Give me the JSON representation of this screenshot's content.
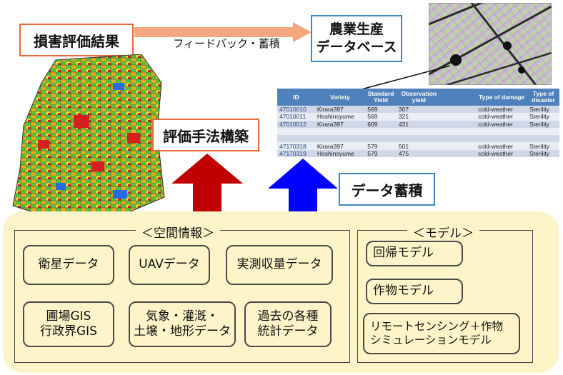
{
  "top": {
    "damage_result": "損害評価結果",
    "feedback_label": "フィードバック・蓄積",
    "database_line1": "農業生産",
    "database_line2": "データベース"
  },
  "middle": {
    "method_label": "評価手法構築",
    "data_accum_label": "データ蓄積"
  },
  "table": {
    "headers": [
      "ID",
      "Variety",
      "Standard Yield",
      "Observation yield",
      "",
      "Type of damage",
      "Type of disaster"
    ],
    "rows": [
      [
        "47010010",
        "Kirara397",
        "569",
        "307",
        "",
        "cold-weather",
        "Sterility"
      ],
      [
        "47010011",
        "Hoshinoyume",
        "569",
        "321",
        "",
        "cold-weather",
        "Sterility"
      ],
      [
        "47010012",
        "Kirara397",
        "609",
        "431",
        "",
        "cold-weather",
        "Sterility"
      ],
      [
        "",
        "",
        "",
        "",
        "",
        "",
        ""
      ],
      [
        "",
        "",
        "",
        "",
        "",
        "",
        ""
      ],
      [
        "47170318",
        "Kirara397",
        "579",
        "501",
        "",
        "cold-weather",
        "Sterility"
      ],
      [
        "47170319",
        "Hoshinoyume",
        "579",
        "475",
        "",
        "cold-weather",
        "Sterility"
      ]
    ]
  },
  "spatial": {
    "title": "＜空間情報＞",
    "items": {
      "satellite": "衛星データ",
      "uav": "UAVデータ",
      "measured_yield": "実測収量データ",
      "field_gis_line1": "圃場GIS",
      "field_gis_line2": "行政界GIS",
      "weather_line1": "気象・灌漑・",
      "weather_line2": "土壌・地形データ",
      "stats_line1": "過去の各種",
      "stats_line2": "統計データ"
    }
  },
  "model": {
    "title": "＜モデル＞",
    "regression": "回帰モデル",
    "crop": "作物モデル",
    "rs_line1": "リモートセンシング＋作物",
    "rs_line2": "シミュレーションモデル"
  },
  "colors": {
    "damage_box_border": "#e8673a",
    "database_box_border": "#3a86c8",
    "feedback_arrow": "#f4a67c",
    "red_arrow": "#c00000",
    "blue_arrow": "#0000ff",
    "panel_fill": "#fdf5c9",
    "table_header": "#4f81bd"
  }
}
